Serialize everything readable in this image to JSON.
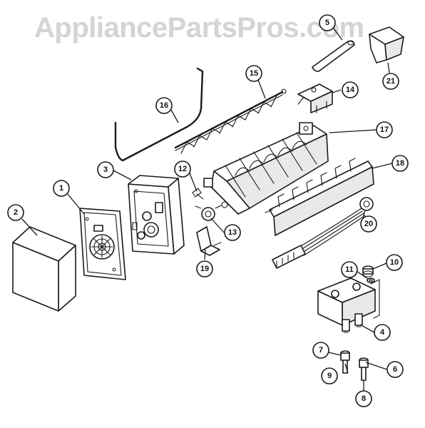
{
  "watermark": "AppliancePartsPros.com",
  "colors": {
    "background": "#ffffff",
    "lines": "#1a1a1a",
    "watermark": "#d4d4d4"
  },
  "callouts": {
    "c1": "1",
    "c2": "2",
    "c3": "3",
    "c4": "4",
    "c5": "5",
    "c6": "6",
    "c7": "7",
    "c8": "8",
    "c9": "9",
    "c10": "10",
    "c11": "11",
    "c12": "12",
    "c13": "13",
    "c14": "14",
    "c15": "15",
    "c16": "16",
    "c17": "17",
    "c18": "18",
    "c19": "19",
    "c20": "20",
    "c21": "21"
  }
}
